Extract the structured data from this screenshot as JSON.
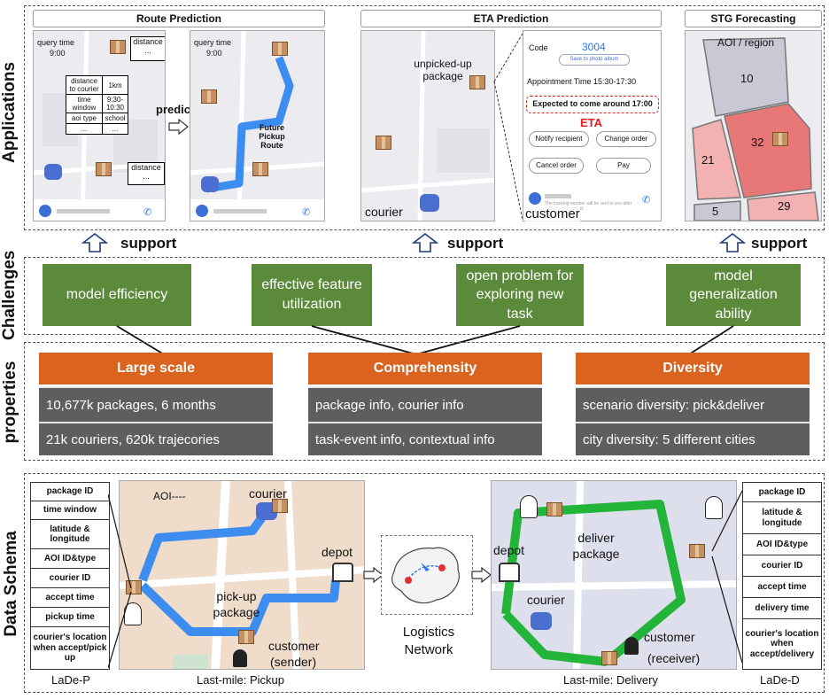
{
  "rows": {
    "applications": "Applications",
    "challenges": "Challenges",
    "properties": "properties",
    "data_schema": "Data   Schema"
  },
  "apps": {
    "route": {
      "title": "Route Prediction",
      "query_time_label": "query time",
      "query_time_value": "9:00",
      "distance": "distance",
      "dots": "...",
      "table": [
        [
          "distance to courier",
          "1km"
        ],
        [
          "time window",
          "9:30-10:30"
        ],
        [
          "aoi type",
          "school"
        ],
        [
          "...",
          "..."
        ]
      ],
      "predict": "predict",
      "future_route": "Future Pickup Route"
    },
    "eta": {
      "title": "ETA Prediction",
      "unpicked": "unpicked-up package",
      "courier": "courier",
      "customer": "customer",
      "code_label": "Code",
      "code_value": "3004",
      "save_album": "Save to photo album",
      "appointment": "Appointment Time 15:30-17:30",
      "expected": "Expected to come around 17:00",
      "eta": "ETA",
      "buttons": [
        "Notify recipient",
        "Change order",
        "Cancel order",
        "Pay"
      ],
      "tracking": "The tracking number will be sent to you after the parcel is picked."
    },
    "stg": {
      "title": "STG Forecasting",
      "aoi_region": "AOI / region",
      "values": [
        "10",
        "32",
        "21",
        "5",
        "29"
      ]
    }
  },
  "support_label": "support",
  "challenges": [
    "model efficiency",
    "effective feature utilization",
    "open problem for exploring new task",
    "model generalization ability"
  ],
  "properties": [
    {
      "title": "Large scale",
      "items": [
        "10,677k packages, 6 months",
        "21k couriers, 620k trajecories"
      ]
    },
    {
      "title": "Comprehensity",
      "items": [
        "package info, courier info",
        "task-event info, contextual info"
      ]
    },
    {
      "title": "Diversity",
      "items": [
        "scenario diversity: pick&deliver",
        "city diversity: 5 different cities"
      ]
    }
  ],
  "schema_left": {
    "fields": [
      "package ID",
      "time window",
      "latitude & longitude",
      "AOI ID&type",
      "courier ID",
      "accept time",
      "pickup time",
      "courier's location when accept/pick up"
    ],
    "name": "LaDe-P"
  },
  "schema_right": {
    "fields": [
      "package ID",
      "latitude & longitude",
      "AOI ID&type",
      "courier ID",
      "accept time",
      "delivery time",
      "courier's location when accept/delivery"
    ],
    "name": "LaDe-D"
  },
  "pickup_map": {
    "aoi": "AOI----",
    "courier": "courier",
    "depot": "depot",
    "pickup_package": "pick-up package",
    "customer": "customer",
    "sender": "(sender)",
    "caption": "Last-mile: Pickup"
  },
  "network": {
    "label": "Logistics Network"
  },
  "delivery_map": {
    "depot": "depot",
    "deliver_package": "deliver package",
    "courier": "courier",
    "customer": "customer",
    "receiver": "(receiver)",
    "caption": "Last-mile: Delivery"
  },
  "colors": {
    "green": "#5a8a3a",
    "orange": "#d9631f",
    "gray": "#5e5e5e",
    "route_blue": "#3d8df0",
    "route_green": "#23b43a",
    "stg_red": "#e87878"
  }
}
